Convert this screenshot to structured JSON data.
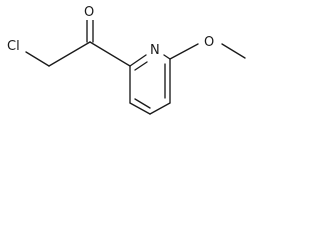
{
  "structure": {
    "atoms": [
      {
        "id": "cl",
        "symbol": "Cl"
      },
      {
        "id": "o_carbonyl",
        "symbol": "O"
      },
      {
        "id": "n_ring",
        "symbol": "N"
      },
      {
        "id": "o_ether",
        "symbol": "O"
      }
    ],
    "colors": {
      "bond": "#1a1a1a",
      "label": "#1a1a1a",
      "background": "#ffffff"
    }
  }
}
